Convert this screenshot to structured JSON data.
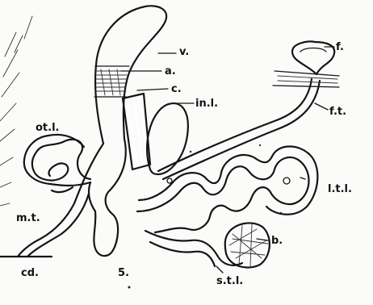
{
  "figure": {
    "number": "5.",
    "labels": {
      "v": "v.",
      "a": "a.",
      "c": "c.",
      "in_l": "in.l.",
      "f": "f.",
      "f_t": "f.t.",
      "ot_l": "ot.l.",
      "l_t_l": "l.t.l.",
      "m_t": "m.t.",
      "b": "b.",
      "cd": "cd.",
      "s_t_l": "s.t.l."
    }
  }
}
